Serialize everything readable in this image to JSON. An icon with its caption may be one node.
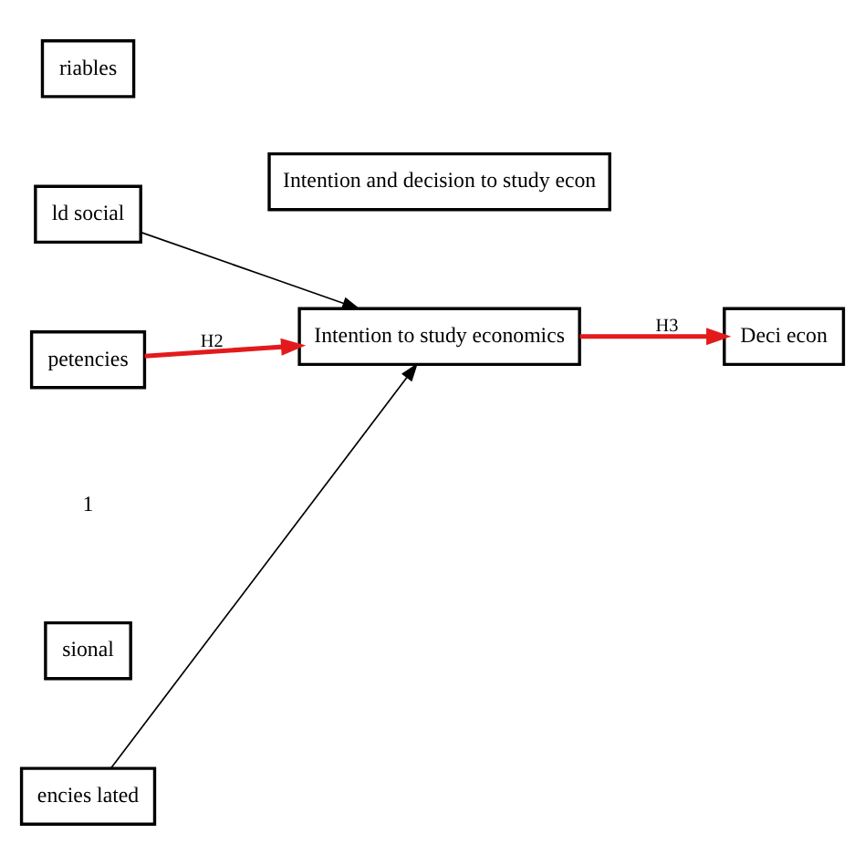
{
  "diagram": {
    "nodes": [
      {
        "text": [
          "riables"
        ]
      },
      {
        "text": [
          "ld social"
        ]
      },
      {
        "text": [
          "petencies"
        ]
      },
      {
        "text": [
          "sional"
        ]
      },
      {
        "text": [
          "encies lated"
        ]
      },
      {
        "text": [
          "Intention and decision to study econ"
        ]
      },
      {
        "text": [
          "Intention to study economics"
        ]
      },
      {
        "text": [
          "Deci econ"
        ]
      }
    ],
    "edges": [
      {
        "from": 1,
        "to": 6,
        "arrow": "to"
      },
      {
        "from": 2,
        "to": 6,
        "arrow": "to",
        "label": "H2",
        "style": "thick",
        "color": "#e31a1c"
      },
      {
        "from": 4,
        "to": 6,
        "arrow": "to"
      },
      {
        "from": 6,
        "to": 7,
        "arrow": "to",
        "label": "H3",
        "style": "thick",
        "color": "#e31a1c"
      }
    ],
    "labels": [
      "1"
    ]
  }
}
